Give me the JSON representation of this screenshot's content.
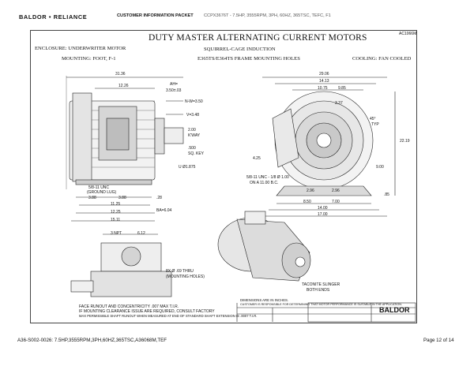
{
  "header": {
    "logo": "BALDOR • RELIANCE",
    "packet_title": "CUSTOMER INFORMATION PACKET",
    "packet_subtitle": "CCPX3676T - 7.5HP, 3555RPM, 3PH, 60HZ, 365TSC, TEFC, F1"
  },
  "drawing": {
    "doc_id": "AC1066M",
    "title": "DUTY MASTER ALTERNATING CURRENT MOTORS",
    "subtitle": "SQUIRREL-CAGE INDUCTION",
    "enclosure": "ENCLOSURE: UNDERWRITER MOTOR",
    "mounting": "MOUNTING: FOOT, F-1",
    "frame": "E365TS/E364TS FRAME MOUNTING HOLES",
    "cooling": "COOLING: FAN COOLED",
    "dims": {
      "d3136": "31.36",
      "d1226": "12.26",
      "ah": "AH=",
      "ah_val": "3.50±.03",
      "nw": "N-W=3.50",
      "v": "V=3.48",
      "kway": "2.00",
      "kway_l": "K'WAY",
      "sqkey": ".500",
      "sqkey_l": "SQ. KEY",
      "shaft": "U Ø1.875",
      "unc1": "5/8-11 UNC",
      "unc1_l": "(GROUND LUG)",
      "d388": "3.88",
      "d388b": "3.88",
      "d28": ".28",
      "d1125": "11.25",
      "d1225": "12.25",
      "ba": "BA=6.04",
      "d1511": "15.11",
      "d2906": "29.06",
      "d1413": "14.13",
      "d1075": "10.75",
      "d985": "9.85",
      "d337": "3.37",
      "d45": "45°",
      "typ": "TYP",
      "d2219": "22.19",
      "d900": "9.00",
      "d425": "4.25",
      "d296a": "2.96",
      "d296b": "2.96",
      "d850": "8.50",
      "d700": "7.00",
      "d85": ".85",
      "d1400": "14.00",
      "d1700": "17.00",
      "bolt": "5/8-11 UNC - 1/8 Ø 1.00",
      "bolt2": "ON A 11.00 B.C.",
      "p3": "3 NPT",
      "p612": "6.12",
      "holes": "8X Ø .69 THRU",
      "holes2": "(MOUNTING HOLES)",
      "slinger": "TACONITE SLINGER",
      "slinger2": "BOTH ENDS"
    },
    "notes": [
      "FACE RUNOUT AND CONCENTRICITY .007 MAX T.I.R.",
      "IF MOUNTING CLEARANCE ISSUE ARE REQUIRED, CONSULT FACTORY",
      "MAX PERMISSIBLE SHAFT RUNOUT WHEN MEASURED AT END OF STANDARD SHAFT EXTENSION IS .0007 T.I.R."
    ],
    "title_block": {
      "line1": "DIMENSIONS ARE IN INCHES.",
      "line2": "CUSTOMER IS RESPONSIBLE FOR DETERMINING THAT MOTOR PERFORMANCE IS SUITABLE IN THE APPLICATION.",
      "brand": "BALDOR"
    }
  },
  "footer": {
    "left": "A36-S002-0026: 7.5HP,3555RPM,3PH,60HZ,365TSC,A36068M,TEF",
    "right": "Page 12 of 14"
  }
}
